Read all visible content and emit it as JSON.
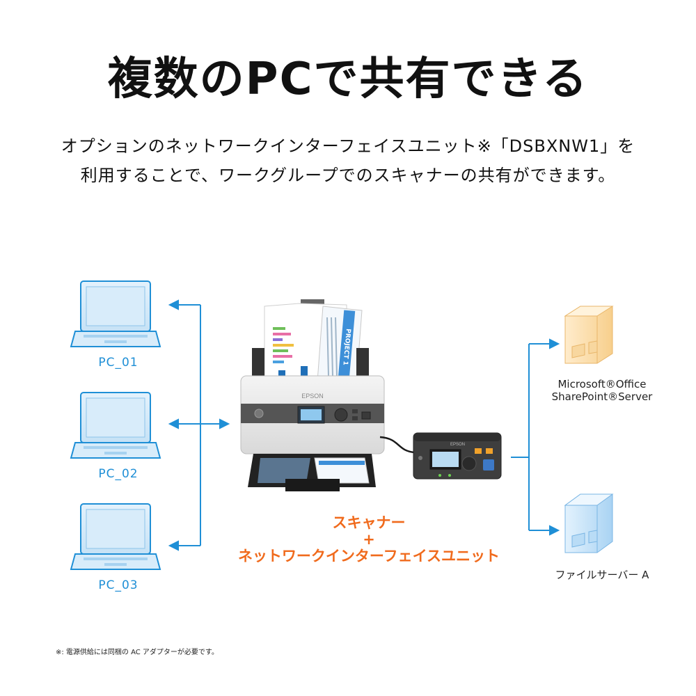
{
  "header": {
    "title": "複数のPCで共有できる",
    "description_line1": "オプションのネットワークインターフェイスユニット※「DSBXNW1」を",
    "description_line2": "利用することで、ワークグループでのスキャナーの共有ができます。"
  },
  "clients": [
    {
      "label": "PC_01",
      "icon": "laptop-icon"
    },
    {
      "label": "PC_02",
      "icon": "laptop-icon"
    },
    {
      "label": "PC_03",
      "icon": "laptop-icon"
    }
  ],
  "device": {
    "line1": "スキャナー",
    "line2": "+",
    "line3": "ネットワークインターフェイスユニット",
    "scanner_brand": "EPSON",
    "unit_brand": "EPSON",
    "doc_title": "PROJECT 1"
  },
  "servers": [
    {
      "line1": "Microsoft®Office",
      "line2": "SharePoint®Server",
      "icon": "server-icon"
    },
    {
      "line1": "ファイルサーバー A",
      "line2": "",
      "icon": "server-icon"
    }
  ],
  "footnote": "※: 電源供給には同梱の AC アダプターが必要です。",
  "colors": {
    "accent_blue": "#1f8fd6",
    "laptop_fill": "#d8ecfa",
    "orange_text": "#f06a1c",
    "sharepoint_fill": "#fde3b3",
    "fileserver_fill": "#cde6fa"
  }
}
